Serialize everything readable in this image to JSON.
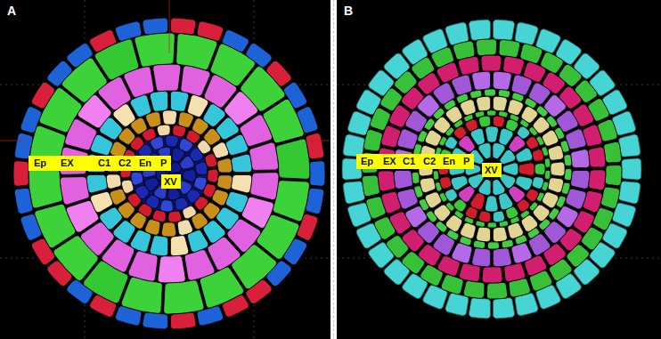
{
  "diagram": {
    "nodes": [
      {
        "text": [
          "A"
        ]
      },
      {
        "text": [
          "Ep",
          "EX",
          "C1",
          "C2",
          "En",
          "P"
        ],
        "in": 0
      },
      {
        "text": [
          "XV"
        ],
        "in": 0
      },
      {
        "text": [
          "B"
        ]
      },
      {
        "text": [
          "Ep",
          "EX",
          "C1",
          "C2",
          "En",
          "P"
        ],
        "in": 3
      },
      {
        "text": [
          "XV"
        ],
        "in": 3
      }
    ]
  }
}
